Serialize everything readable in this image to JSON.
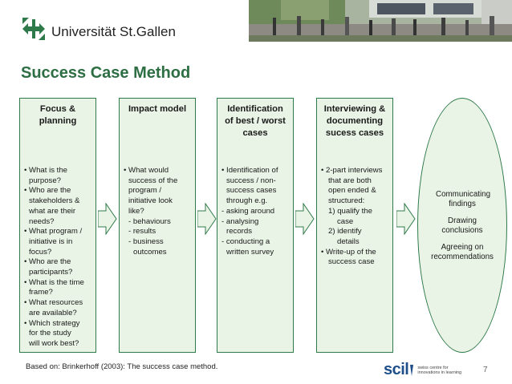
{
  "header": {
    "university_name": "Universität St.Gallen"
  },
  "title": "Success Case Method",
  "columns": [
    {
      "heading": [
        "Focus &",
        "planning"
      ],
      "lines": [
        "• What is the",
        "  purpose?",
        "• Who are the",
        "  stakeholders &",
        "  what are their",
        "  needs?",
        "• What program /",
        "  initiative is in",
        "  focus?",
        "• Who are the",
        "  participants?",
        "• What is the time",
        "  frame?",
        "• What resources",
        "  are available?",
        "• Which strategy",
        "  for the study",
        "  will work best?"
      ]
    },
    {
      "heading": [
        "Impact model"
      ],
      "lines": [
        "• What would",
        "  success  of the",
        "  program /",
        "  initiative look",
        "  like?",
        "  - behaviours",
        "  - results",
        "  - business",
        "    outcomes"
      ]
    },
    {
      "heading": [
        "Identification",
        "of best / worst",
        "cases"
      ],
      "lines": [
        "• Identification of",
        "  success / non-",
        "  success cases",
        "  through e.g.",
        "- asking around",
        "- analysing",
        "  records",
        "- conducting a",
        "  written survey"
      ]
    },
    {
      "heading": [
        "Interviewing &",
        "documenting",
        "sucess cases"
      ],
      "lines": [
        "•  2-part interviews",
        "   that are both",
        "   open ended &",
        "   structured:",
        "   1) qualify the",
        "       case",
        "   2) identify",
        "       details",
        "•  Write-up of the",
        "   success case"
      ]
    }
  ],
  "oval": {
    "items": [
      "Communicating findings",
      "Drawing conclusions",
      "Agreeing on recommendations"
    ]
  },
  "footer": {
    "citation": "Based on: Brinkerhoff  (2003): The success case method.",
    "scil_word": "scil",
    "scil_sub": "swiss centre for innovations in learning",
    "page_number": "7"
  }
}
